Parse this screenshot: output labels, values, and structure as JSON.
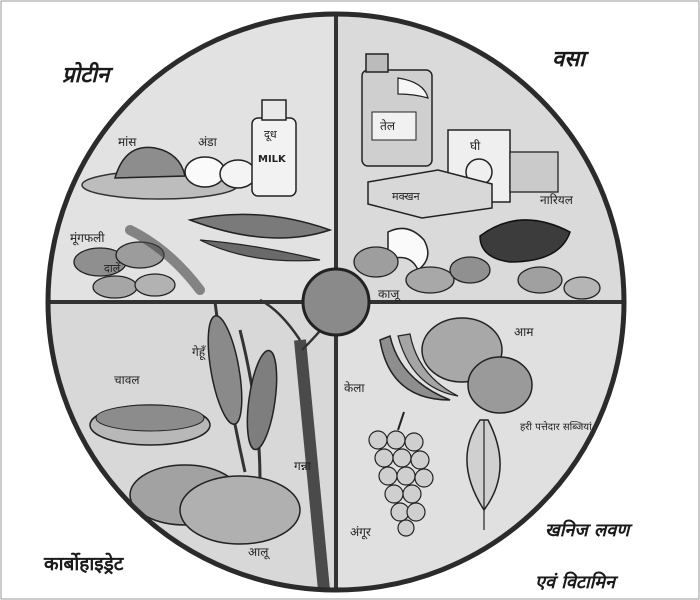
{
  "quadrants": {
    "protein": {
      "title": "प्रोटीन",
      "items": [
        "मांस",
        "अंडा",
        "दूध",
        "MILK",
        "मूंगफली",
        "दालें"
      ]
    },
    "fat": {
      "title": "वसा",
      "items": [
        "तेल",
        "घी",
        "मक्खन",
        "नारियल",
        "काजू"
      ]
    },
    "carbohydrate": {
      "title": "कार्बोहाइड्रेट",
      "items": [
        "चावल",
        "गेहूँ",
        "गन्ना",
        "आलू"
      ]
    },
    "minerals": {
      "title_line1": "खनिज लवण",
      "title_line2": "एवं विटामिन",
      "items": [
        "आम",
        "केला",
        "हरी पत्तेदार सब्जियां",
        "अंगूर"
      ]
    }
  },
  "colors": {
    "plate_bg": "#dcdcdc",
    "rim": "#2b2b2b",
    "divider": "#3a3a3a",
    "center": "#8a8a8a"
  }
}
